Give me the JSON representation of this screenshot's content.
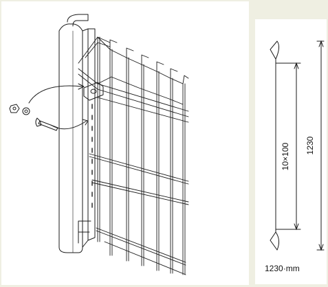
{
  "post_profile": {
    "height_label": "1230",
    "spacing_label": "10×100",
    "caption": "1230·mm"
  },
  "colors": {
    "background": "#efefe2",
    "panel": "#ffffff",
    "line": "#1a1a1a"
  },
  "icons": [
    "bolt-icon",
    "nut-icon",
    "washer-icon",
    "clip-icon"
  ]
}
